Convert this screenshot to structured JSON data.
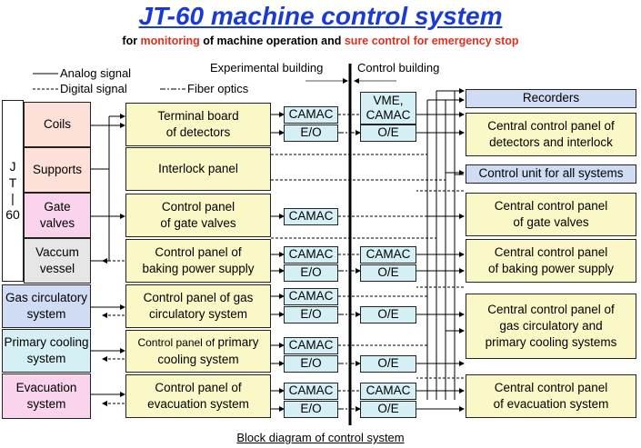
{
  "title": "JT-60 machine control system",
  "subtitle": {
    "part1": "for ",
    "part2": "monitoring",
    "part3": " of machine operation and ",
    "part4": "sure control for emergency stop"
  },
  "legend": {
    "analog": "Analog signal",
    "digital": "Digital signal",
    "fiber": "Fiber optics"
  },
  "buildings": {
    "experimental": "Experimental building",
    "control": "Control building"
  },
  "jt60": {
    "l1": "J",
    "l2": "T",
    "l3": "|",
    "l4": "60"
  },
  "components": {
    "coils": "Coils",
    "supports": "Supports",
    "gate_valves_1": "Gate",
    "gate_valves_2": "valves",
    "vessel_1": "Vaccum",
    "vessel_2": "vessel",
    "gas_1": "Gas circulatory",
    "gas_2": "system",
    "cooling_1": "Primary cooling",
    "cooling_2": "system",
    "evac_1": "Evacuation",
    "evac_2": "system"
  },
  "panels": {
    "terminal_1": "Terminal board",
    "terminal_2": "of detectors",
    "interlock": "Interlock panel",
    "gate_1": "Control panel",
    "gate_2": "of gate valves",
    "baking_1": "Control panel of",
    "baking_2": "baking power supply",
    "gas_1": "Control panel of gas",
    "gas_2": "circulatory system",
    "cooling_1a": "Control panel of ",
    "cooling_1b": "primary",
    "cooling_2": "cooling system",
    "evac_1": "Control panel of",
    "evac_2": "evacuation system"
  },
  "modules": {
    "camac": "CAMAC",
    "eo": "E/O",
    "oe": "O/E",
    "vme_1": "VME,",
    "vme_2": "CAMAC"
  },
  "central": {
    "recorders": "Recorders",
    "detectors_1": "Central control panel of",
    "detectors_2": "detectors and interlock",
    "control_unit": "Control unit for all systems",
    "gate_1": "Central control panel",
    "gate_2": "of gate valves",
    "baking_1": "Central control panel",
    "baking_2": "of baking power supply",
    "gas_1": "Central control panel of",
    "gas_2": "gas circulatory and",
    "gas_3": "primary cooling systems",
    "evac_1": "Central control panel",
    "evac_2": "of evacuation system"
  },
  "caption": "Block diagram of control system"
}
